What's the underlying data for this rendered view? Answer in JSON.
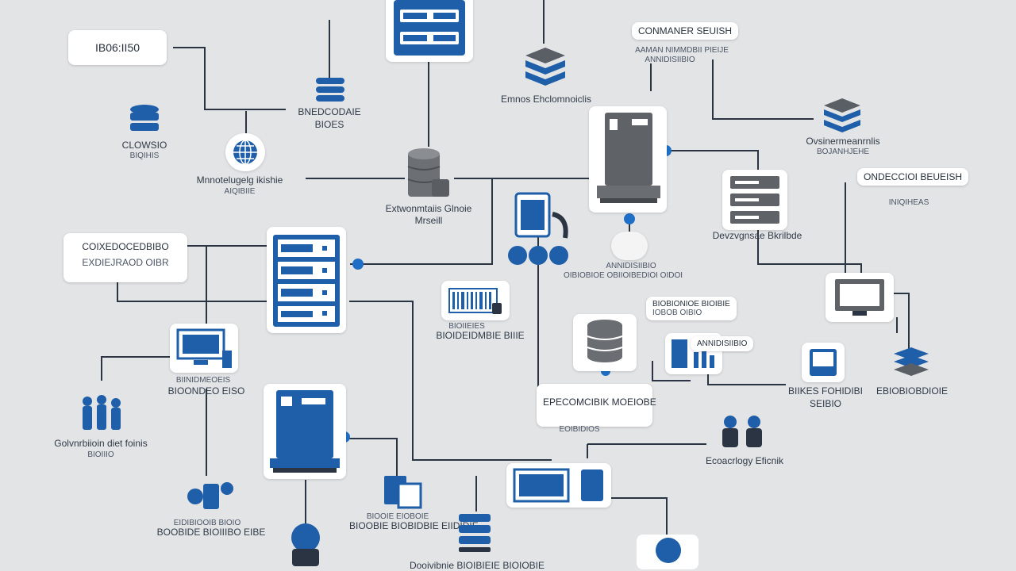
{
  "labels": {
    "top_left_box": "IB06:II50",
    "cloud_server": "CLOWSIO",
    "cloud_server_sub": "BIQIHIS",
    "data_stack": "BNEDCODAIE",
    "data_stack_sub": "BIOES",
    "network_globe": "Mnnotelugelg ikishie",
    "network_globe_sub": "AIQIBIIE",
    "connection_box": "CONMANER SEUISH",
    "connection_box_sub": "AAMAN NIMMDBII PIEIJE",
    "db_stack_top": "Emnos Ehclomnoiclis",
    "db_cylinder": "Extwonmtaiis Glnoie",
    "db_cylinder_sub": "Mrseill",
    "right_stack": "Ovsinermeanrnlis",
    "right_stack_sub": "BOJANHJEHE",
    "right_rack": "Devzvgnsae Bkrilbde",
    "right_header": "ONDECCIOI BEUEISH",
    "right_header_sub": "INIQIHEAS",
    "left_card": "COIXEDOCEDBIBO",
    "left_card_sub": "EXDIEJRAOD OIBR",
    "monitor": "BIINIDMEOEIS",
    "monitor_sub": "BIOONDEO EISO",
    "barcode": "BIOIIEIES",
    "barcode_sub": "BIOIDEIDMBIE BIIIE",
    "center_card": "EPECOMCIBIK MOEIOBE",
    "center_card_sub": "EOIBIDIOS",
    "people_left": "Golvnrbiioin diet foinis",
    "people_left_sub": "BIOIIIO",
    "tools_left": "EIDIBIOOIB BIOIO",
    "tools_left_sub": "BOOBIDE BIOIIIBO EIBE",
    "docs_mid": "BIOOIE EIOBOIE",
    "docs_mid_sub": "BIOOBIE BIOBIDBIE EIIDIDIE",
    "right_small": "BIIKES FOHIDIBI",
    "right_small_sub": "SEIBIO",
    "far_right": "EBIOBIOBDIOIE",
    "people_right": "Ecoacrlogy Eficnik",
    "bottom_center": "Dooivibnie BIOIBIEIE BIOIOBIE",
    "tiny_text_1": "ANNIDISIIBIO",
    "tiny_text_2": "OIBIOBIOE OBIIOIBEDIOI OIDOI",
    "mid_small_card": "BIOBIONIOE BIOIBIE",
    "mid_small_card_sub": "IOBOB OIBIO"
  },
  "colors": {
    "accent": "#1f5ea8",
    "dot": "#1f6fc7",
    "wire": "#2b3442",
    "background": "#e3e4e6"
  }
}
